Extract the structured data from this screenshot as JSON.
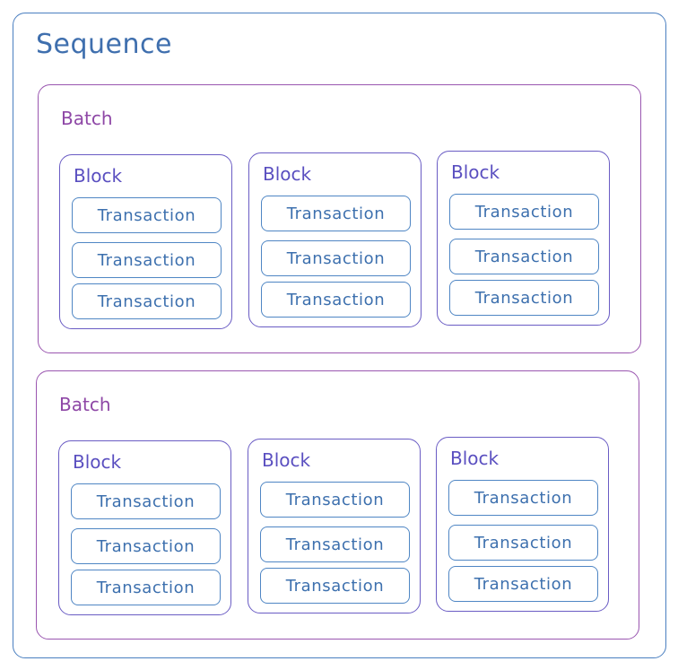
{
  "sequence": {
    "title": "Sequence",
    "batches": [
      {
        "title": "Batch",
        "blocks": [
          {
            "title": "Block",
            "transactions": [
              "Transaction",
              "Transaction",
              "Transaction"
            ]
          },
          {
            "title": "Block",
            "transactions": [
              "Transaction",
              "Transaction",
              "Transaction"
            ]
          },
          {
            "title": "Block",
            "transactions": [
              "Transaction",
              "Transaction",
              "Transaction"
            ]
          }
        ]
      },
      {
        "title": "Batch",
        "blocks": [
          {
            "title": "Block",
            "transactions": [
              "Transaction",
              "Transaction",
              "Transaction"
            ]
          },
          {
            "title": "Block",
            "transactions": [
              "Transaction",
              "Transaction",
              "Transaction"
            ]
          },
          {
            "title": "Block",
            "transactions": [
              "Transaction",
              "Transaction",
              "Transaction"
            ]
          }
        ]
      }
    ]
  },
  "colors": {
    "sequence": "#4a7fc0",
    "batch": "#9a56b0",
    "block": "#6a5cc4",
    "transaction": "#4f86c4"
  }
}
